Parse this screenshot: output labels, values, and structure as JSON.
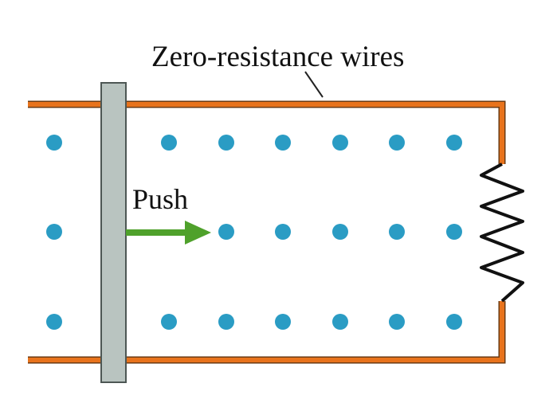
{
  "diagram": {
    "wire_label": "Zero-resistance wires",
    "push_label": "Push"
  },
  "colors": {
    "wire": "#e8731c",
    "wire_outline": "#6b3a12",
    "bar_fill": "#b9c4c0",
    "bar_stroke": "#4d5754",
    "field_dot": "#2a9cc4",
    "arrow": "#4fa12b",
    "resistor": "#111111",
    "leader": "#222222"
  },
  "field": {
    "symbol": "dot",
    "rows": 3,
    "columns": 8,
    "dots_hidden_by_bar": [
      [
        0,
        1
      ],
      [
        1,
        1
      ],
      [
        2,
        1
      ]
    ],
    "dots_hidden_by_arrow": [
      [
        1,
        2
      ]
    ]
  }
}
